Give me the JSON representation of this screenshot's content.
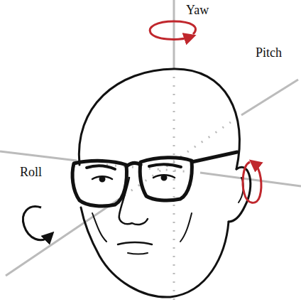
{
  "diagram": {
    "labels": [
      "Yaw",
      "Pitch",
      "Roll"
    ]
  }
}
